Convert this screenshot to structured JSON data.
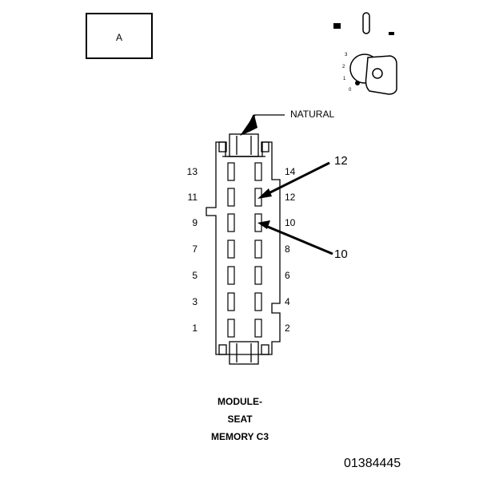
{
  "view_box_label": "A",
  "key_icon": {
    "icon": "ignition-key-icon",
    "positions": [
      "3",
      "2",
      "1",
      "0"
    ]
  },
  "callout_natural": "NATURAL",
  "callouts": {
    "upper": "12",
    "lower": "10"
  },
  "pins_left": [
    "13",
    "11",
    "9",
    "7",
    "5",
    "3",
    "1"
  ],
  "pins_right": [
    "14",
    "12",
    "10",
    "8",
    "6",
    "4",
    "2"
  ],
  "title": {
    "line1": "MODULE-",
    "line2": "SEAT",
    "line3": "MEMORY C3"
  },
  "figure_id": "01384445"
}
